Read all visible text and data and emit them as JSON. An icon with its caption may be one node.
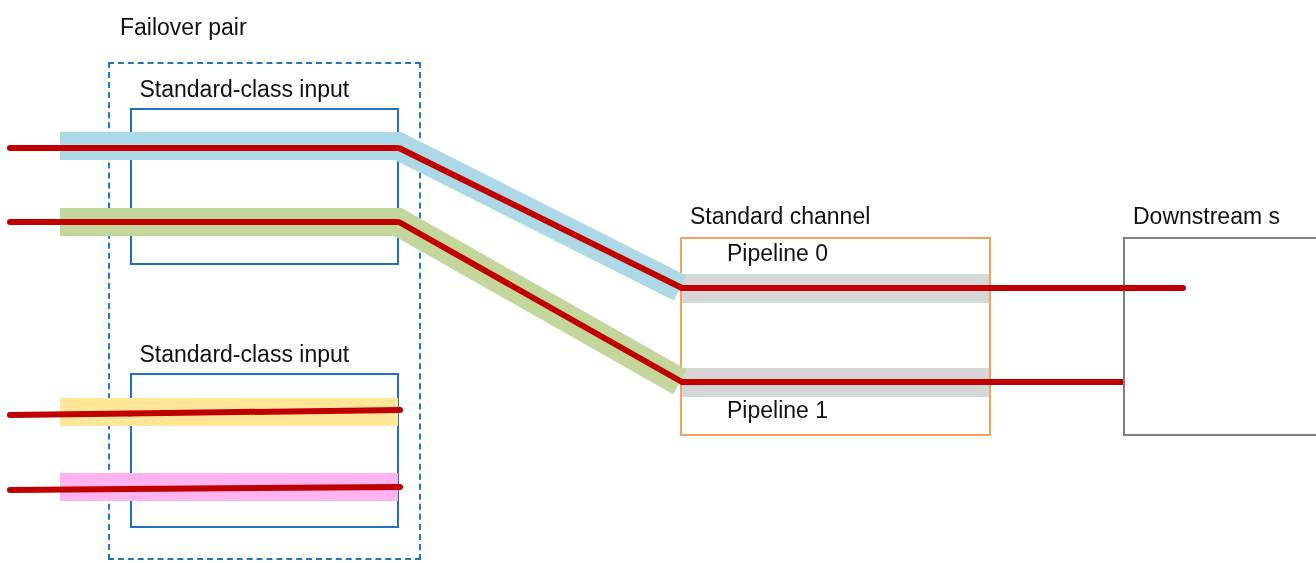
{
  "diagram": {
    "nodes": [
      {
        "text": [
          "Failover pair"
        ]
      },
      {
        "text": [
          "Standard-class input"
        ],
        "in": 0
      },
      {
        "text": [
          "Standard-class input"
        ],
        "in": 0
      },
      {
        "text": [
          "Standard channel"
        ]
      },
      {
        "text": [
          "Pipeline 0"
        ],
        "in": 3
      },
      {
        "text": [
          "Pipeline 1"
        ],
        "in": 3
      },
      {
        "text": [
          "Downstream s"
        ]
      }
    ],
    "edges": [
      {
        "from": null,
        "to": 1,
        "arrow": "none"
      },
      {
        "from": 1,
        "to": 4,
        "arrow": "none"
      },
      {
        "from": 4,
        "to": 6,
        "arrow": "none"
      },
      {
        "from": null,
        "to": 1,
        "arrow": "none"
      },
      {
        "from": 1,
        "to": 5,
        "arrow": "none"
      },
      {
        "from": 5,
        "to": 6,
        "arrow": "none"
      },
      {
        "from": null,
        "to": 2,
        "arrow": "none"
      },
      {
        "from": null,
        "to": 2,
        "arrow": "none"
      }
    ]
  }
}
